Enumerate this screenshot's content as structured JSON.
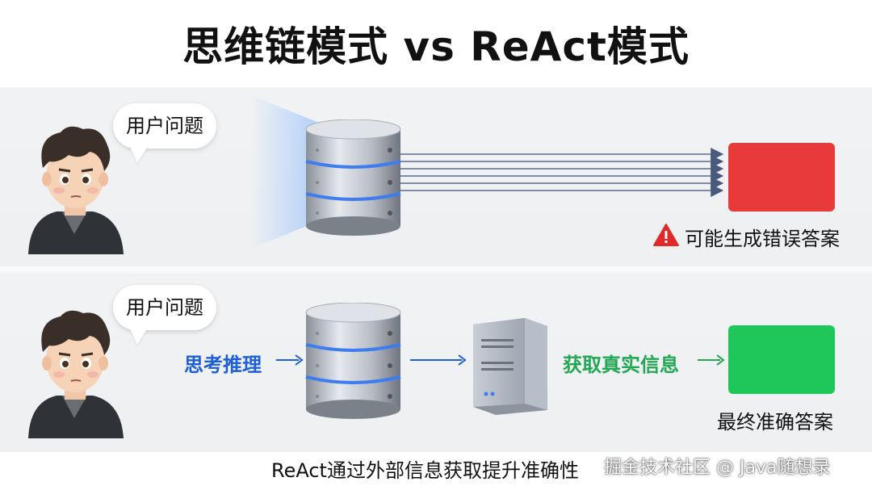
{
  "title": "思维链模式 vs ReAct模式",
  "top": {
    "bubble": "用户问题",
    "result_label": "可能生成错误答案",
    "warning_icon": "warning-triangle-icon",
    "result_color": "#e83a3a"
  },
  "bottom": {
    "bubble": "用户问题",
    "step1_label": "思考推理",
    "step2_label": "获取真实信息",
    "result_label": "最终准确答案",
    "step1_color": "#1f5fd6",
    "step2_color": "#22a855",
    "result_color": "#1fc65a"
  },
  "caption": "ReAct通过外部信息获取提升准确性",
  "watermark": "掘金技术社区 @ Java随想录"
}
